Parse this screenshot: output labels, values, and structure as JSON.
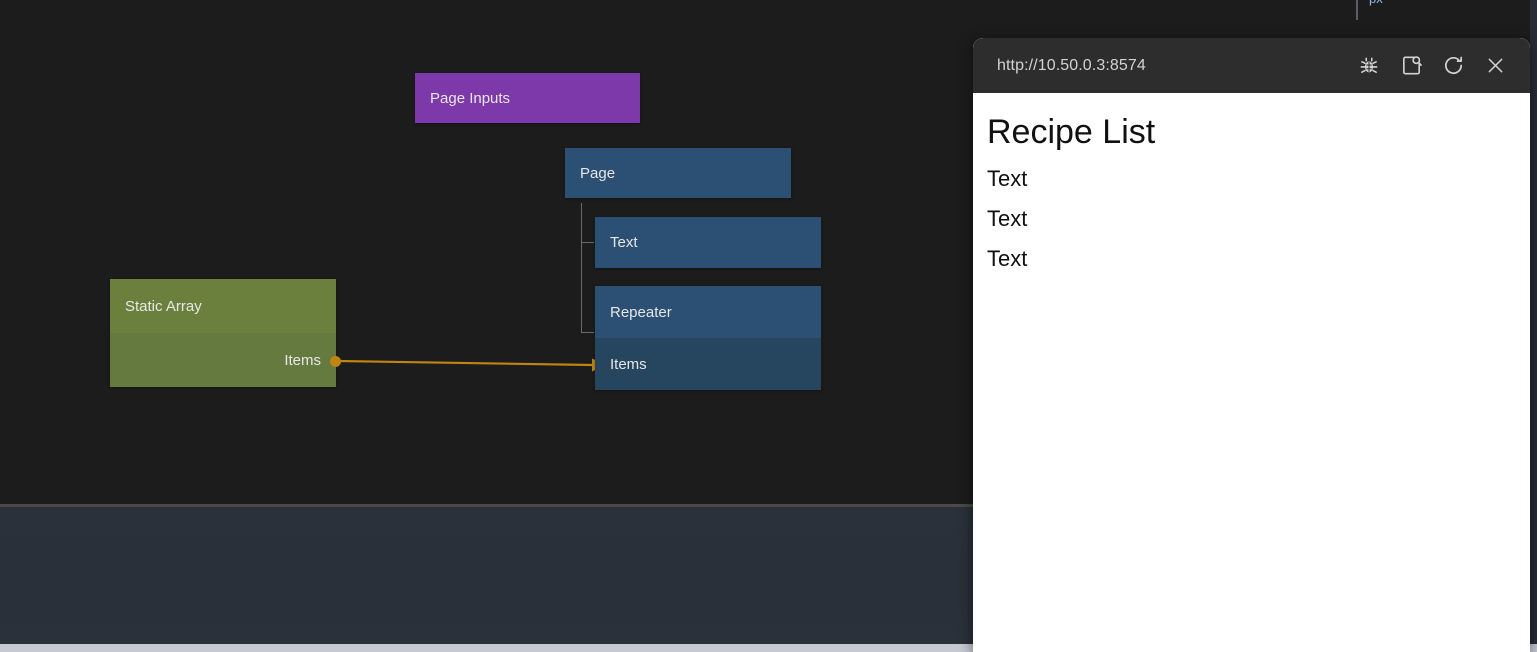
{
  "editor": {
    "top_right_label": "px",
    "canvas": {
      "nodes": [
        {
          "id": "page-inputs",
          "title": "Page Inputs",
          "type": "purple",
          "ports": []
        },
        {
          "id": "page",
          "title": "Page",
          "type": "blue",
          "ports": []
        },
        {
          "id": "text",
          "title": "Text",
          "type": "blue",
          "ports": []
        },
        {
          "id": "repeater",
          "title": "Repeater",
          "type": "blue",
          "ports": [
            {
              "name": "Items",
              "dir": "in"
            }
          ]
        },
        {
          "id": "static-array",
          "title": "Static Array",
          "type": "green",
          "ports": [
            {
              "name": "Items",
              "dir": "out"
            }
          ]
        }
      ],
      "connections": [
        {
          "from": "static-array.Items",
          "to": "repeater.Items",
          "color": "#bf8411"
        }
      ]
    },
    "colors": {
      "canvas_bg": "#1c1c1c",
      "panel_bg": "#2b313a",
      "node_purple": "#7d38a9",
      "node_blue_header": "#2b5073",
      "node_blue_body": "#26455f",
      "node_green_header": "#6c803e",
      "node_green_body": "#647a3e",
      "wire": "#bf8411"
    }
  },
  "preview": {
    "url": "http://10.50.0.3:8574",
    "toolbar": [
      {
        "name": "debug-icon",
        "label": "Debug"
      },
      {
        "name": "inspect-icon",
        "label": "Inspect"
      },
      {
        "name": "reload-icon",
        "label": "Reload"
      },
      {
        "name": "close-icon",
        "label": "Close"
      }
    ],
    "page": {
      "title": "Recipe List",
      "items": [
        "Text",
        "Text",
        "Text"
      ]
    }
  }
}
